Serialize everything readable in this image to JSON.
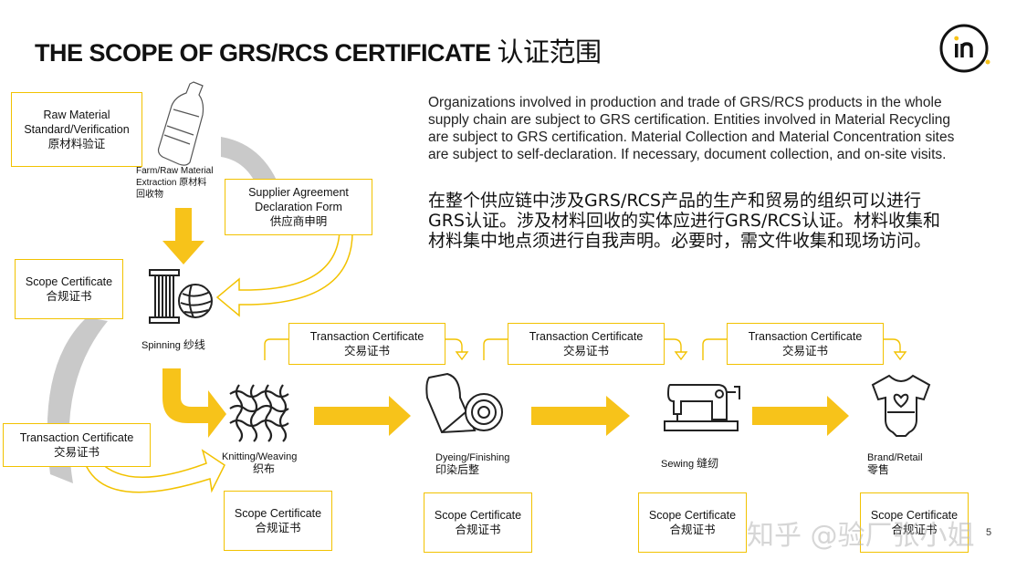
{
  "title": {
    "en": "THE SCOPE OF GRS/RCS CERTIFICATE",
    "zh": "认证范围"
  },
  "description": {
    "en": "Organizations involved in production and trade of GRS/RCS products in the whole supply chain are subject to GRS certification. Entities involved in Material Recycling are subject to GRS certification. Material Collection and Material Concentration sites are subject to self-declaration. If necessary, document collection, and on-site visits.",
    "zh": "在整个供应链中涉及GRS/RCS产品的生产和贸易的组织可以进行GRS认证。涉及材料回收的实体应进行GRS/RCS认证。材料收集和材料集中地点须进行自我声明。必要时，需文件收集和现场访问。"
  },
  "boxes": {
    "raw_material": {
      "line1": "Raw Material",
      "line2": "Standard/Verification",
      "zh": "原材料验证"
    },
    "supplier": {
      "line1": "Supplier Agreement",
      "line2": "Declaration Form",
      "zh": "供应商申明"
    },
    "scope_spinning": {
      "en": "Scope Certificate",
      "zh": "合规证书"
    },
    "tc_left": {
      "en": "Transaction Certificate",
      "zh": "交易证书"
    },
    "tc_1": {
      "en": "Transaction Certificate",
      "zh": "交易证书"
    },
    "tc_2": {
      "en": "Transaction Certificate",
      "zh": "交易证书"
    },
    "tc_3": {
      "en": "Transaction Certificate",
      "zh": "交易证书"
    },
    "scope_knit": {
      "en": "Scope Certificate",
      "zh": "合规证书"
    },
    "scope_dye": {
      "en": "Scope Certificate",
      "zh": "合规证书"
    },
    "scope_sew": {
      "en": "Scope Certificate",
      "zh": "合规证书"
    },
    "scope_retail": {
      "en": "Scope Certificate",
      "zh": "合规证书"
    }
  },
  "stages": {
    "farm": {
      "line1": "Farm/Raw Material",
      "line2": "Extraction 原材料",
      "zh": "回收物"
    },
    "spinning": {
      "en": "Spinning",
      "zh": "纱线"
    },
    "knitting": {
      "en": "Knitting/Weaving",
      "zh": "织布"
    },
    "dyeing": {
      "en": "Dyeing/Finishing",
      "zh": "印染后整"
    },
    "sewing": {
      "en": "Sewing",
      "zh": "缝纫"
    },
    "brand": {
      "en": "Brand/Retail",
      "zh": "零售"
    }
  },
  "icons": [
    "bottle-icon",
    "yarn-spool-icon",
    "fabric-weave-icon",
    "fabric-roll-icon",
    "sewing-machine-icon",
    "baby-onesie-icon",
    "logo-in-icon"
  ],
  "colors": {
    "accent": "#f7c31a",
    "gray": "#c9c9c9",
    "box_border": "#f2c200"
  },
  "watermark": "知乎 @验厂张小姐",
  "page_number": "5"
}
